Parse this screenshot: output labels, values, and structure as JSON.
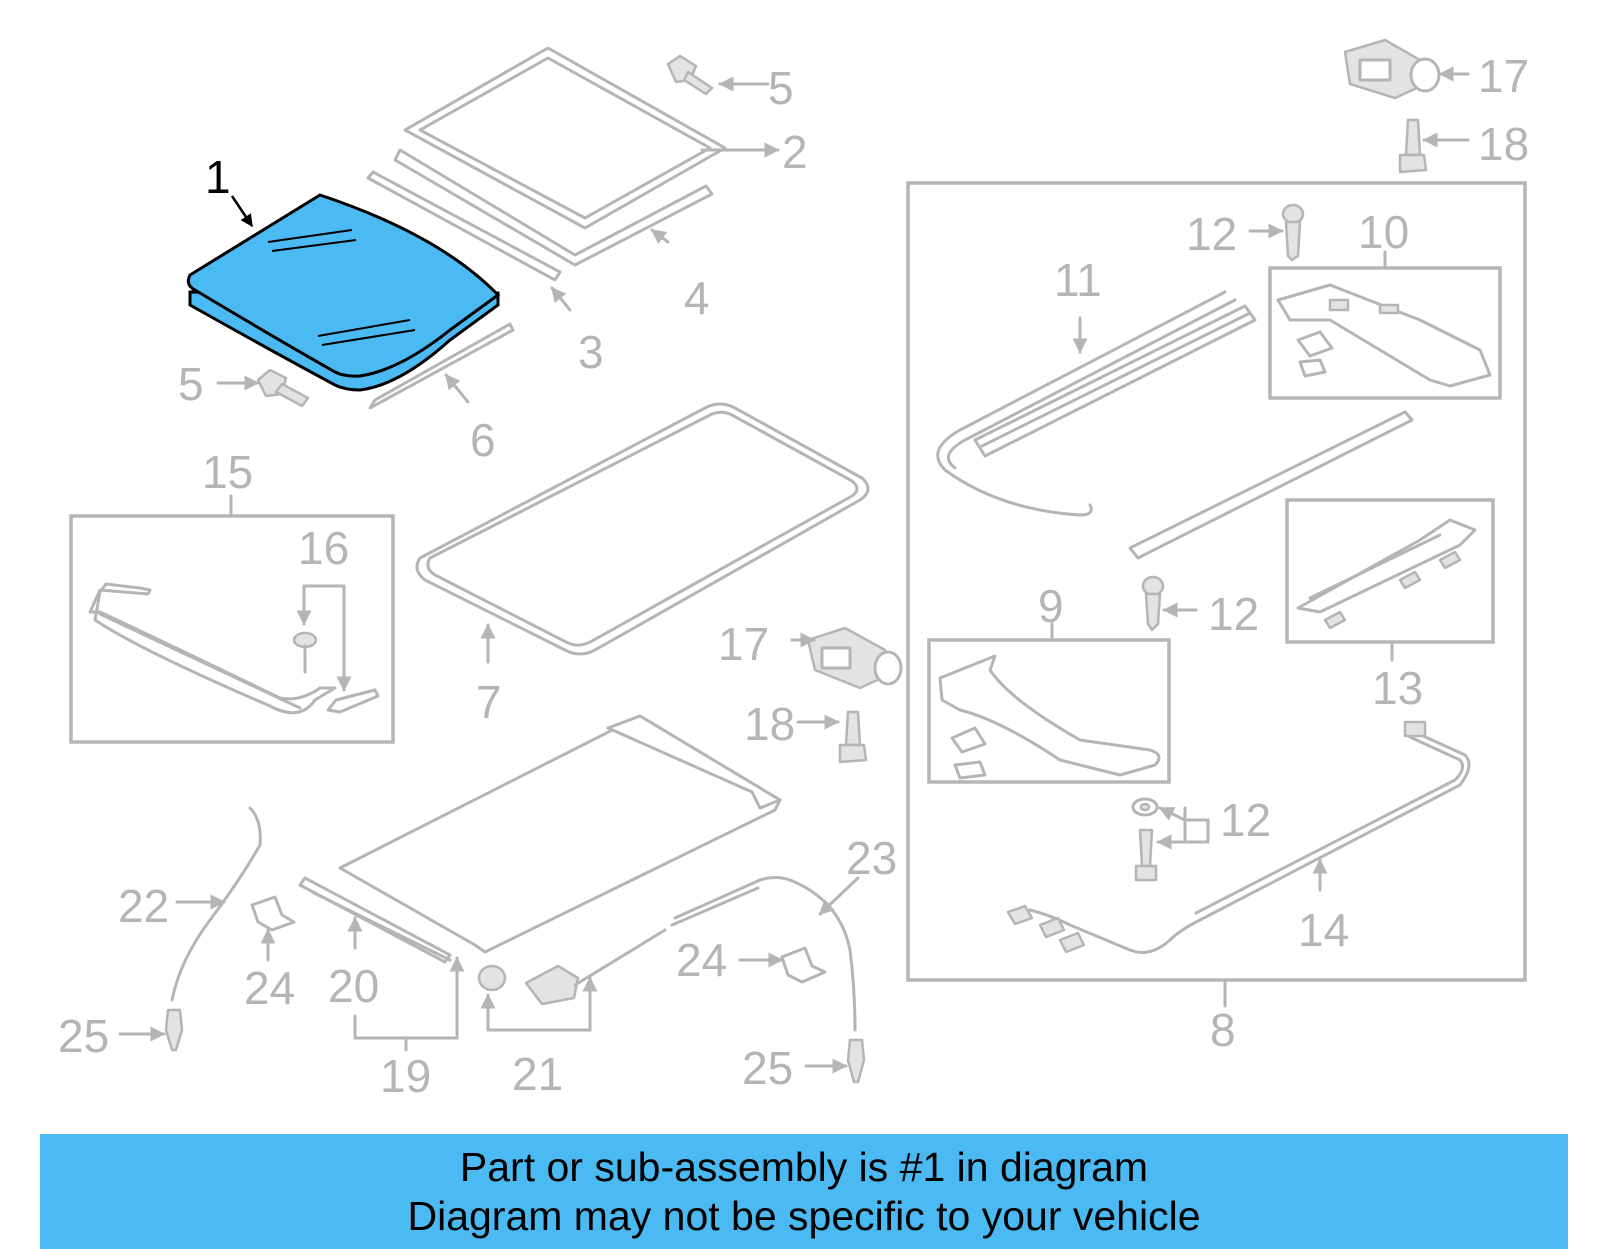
{
  "diagram": {
    "highlight_color": "#4cbaf2",
    "line_color": "#b5b5b5",
    "highlighted_part": "1",
    "callouts": {
      "c1": "1",
      "c2": "2",
      "c3": "3",
      "c4": "4",
      "c5a": "5",
      "c5b": "5",
      "c6": "6",
      "c7": "7",
      "c8": "8",
      "c9": "9",
      "c10": "10",
      "c11": "11",
      "c12a": "12",
      "c12b": "12",
      "c12c": "12",
      "c13": "13",
      "c14": "14",
      "c15": "15",
      "c16": "16",
      "c17a": "17",
      "c17b": "17",
      "c18a": "18",
      "c18b": "18",
      "c19": "19",
      "c20": "20",
      "c21": "21",
      "c22": "22",
      "c23": "23",
      "c24a": "24",
      "c24b": "24",
      "c25a": "25",
      "c25b": "25"
    }
  },
  "banner": {
    "line1": "Part or sub-assembly is #1 in diagram",
    "line2": "Diagram may not be specific to your vehicle"
  }
}
